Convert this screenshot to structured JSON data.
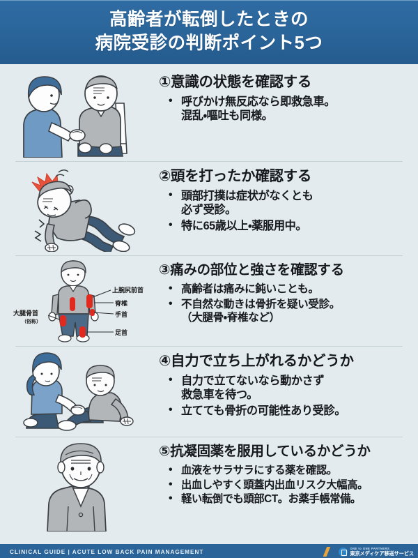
{
  "header": {
    "line1": "高齢者が転倒したときの",
    "line2": "病院受診の判断ポイント5つ",
    "bg_color": "#2a6499"
  },
  "sections": [
    {
      "number": "①",
      "title": "①意識の状態を確認する",
      "illustration_name": "caregiver-talking-to-seated-elder",
      "bullets": [
        "呼びかけ無反応なら即救急車。",
        "混乱・嘔吐も同様。"
      ]
    },
    {
      "number": "②",
      "title": "②頭を打ったか確認する",
      "illustration_name": "fallen-elder-holding-head-impact",
      "bullets": [
        "頭部打撲は症状がなくとも",
        "必ず受診。",
        "特に65歳以上・薬服用中。"
      ]
    },
    {
      "number": "③",
      "title": "③痛みの部位と強さを確認する",
      "illustration_name": "body-diagram-fracture-sites",
      "bullets": [
        "高齢者は痛みに鈍いことも。",
        "不自然な動きは骨折を疑い受診。",
        "（大腿骨・脊椎など）"
      ],
      "body_labels": {
        "upper_arm": "上腕尻前首",
        "spine": "脊椎",
        "wrist": "手首",
        "ankle": "足首",
        "femur": "大腿骨首",
        "femur_sub": "（俗称）"
      }
    },
    {
      "number": "④",
      "title": "④自力で立ち上がれるかどうか",
      "illustration_name": "helper-kneeling-beside-seated-elder",
      "bullets": [
        "自力で立てないなら動かさず",
        "救急車を待つ。",
        "立てても骨折の可能性あり受診。"
      ]
    },
    {
      "number": "⑤",
      "title": "⑤抗凝固薬を服用しているかどうか",
      "illustration_name": "elder-portrait-front",
      "bullets": [
        "血液をサラサラにする薬を確認。",
        "出血しやすく頭蓋内出血リスク大幅高。",
        "軽い転倒でも頭部CT。お薬手帳常備。"
      ]
    }
  ],
  "footer": {
    "left_text": "CLINICAL GUIDE  |  ACUTE LOW BACK PAIN MANAGEMENT",
    "logo_en": "ONE to ONE PARTNERS",
    "logo_jp": "東京メディケア移送サービス",
    "accent_color": "#e8a33d"
  }
}
